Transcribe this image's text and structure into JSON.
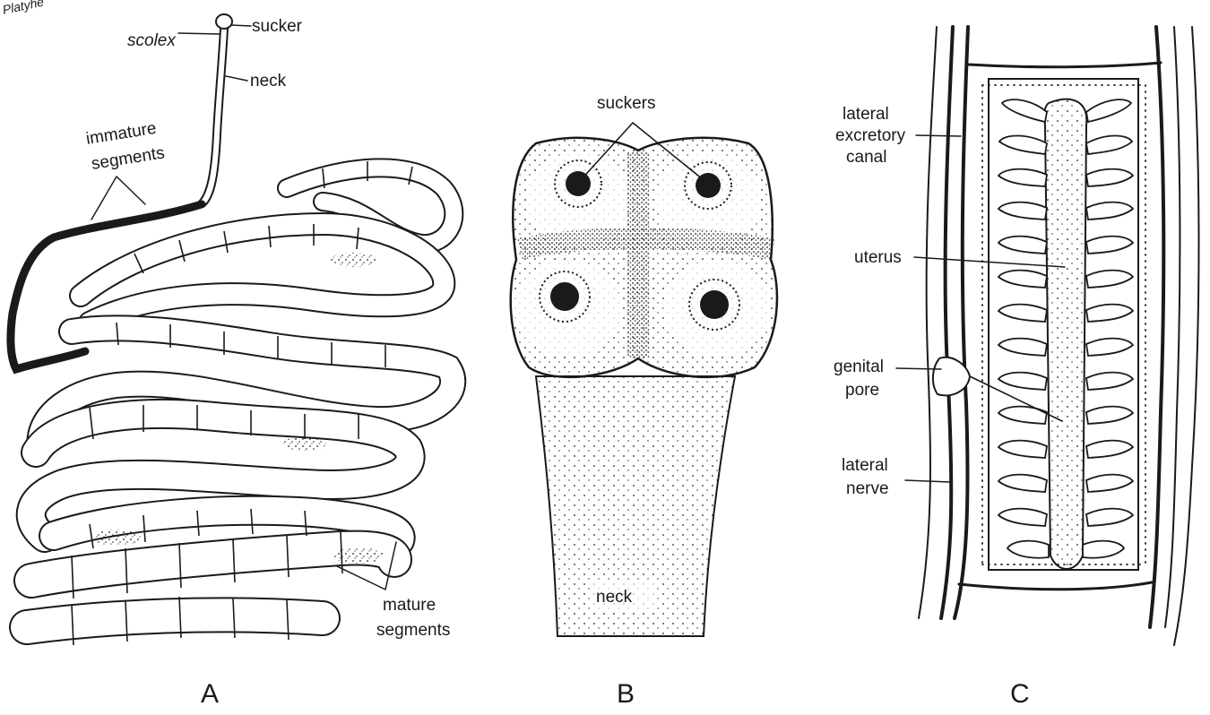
{
  "corner_text": "Platyhe",
  "panel_a": {
    "letter": "A",
    "labels": {
      "scolex": "scolex",
      "sucker": "sucker",
      "neck": "neck",
      "immature_line1": "immature",
      "immature_line2": "segments",
      "mature_line1": "mature",
      "mature_line2": "segments"
    }
  },
  "panel_b": {
    "letter": "B",
    "labels": {
      "suckers": "suckers",
      "neck": "neck"
    }
  },
  "panel_c": {
    "letter": "C",
    "labels": {
      "excretory_line1": "lateral",
      "excretory_line2": "excretory",
      "excretory_line3": "canal",
      "uterus": "uterus",
      "genital_line1": "genital",
      "genital_line2": "pore",
      "nerve_line1": "lateral",
      "nerve_line2": "nerve"
    }
  }
}
